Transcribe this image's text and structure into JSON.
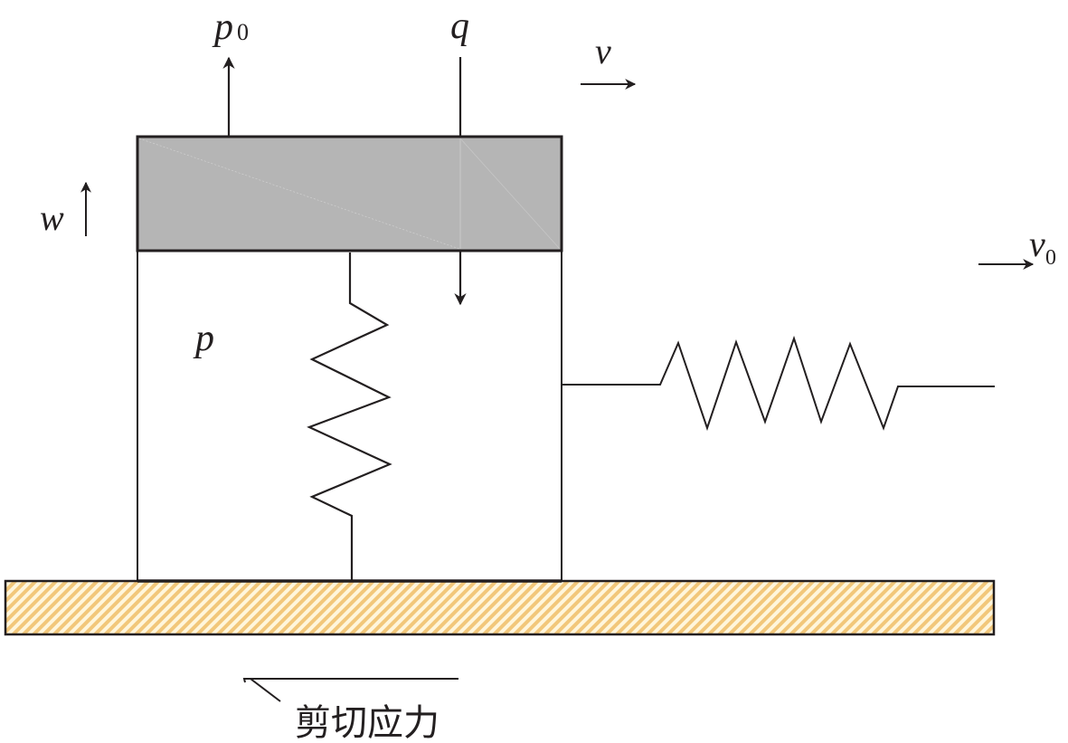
{
  "diagram": {
    "labels": {
      "p0": {
        "main": "p",
        "sub": "0"
      },
      "q": "q",
      "v": "v",
      "w": "w",
      "v0": {
        "main": "v",
        "sub": "0"
      },
      "p": "p",
      "shear_stress": "剪切应力"
    },
    "colors": {
      "stroke": "#231f20",
      "plate_fill": "#b5b5b5",
      "ground_stripe": "#f2c77a",
      "ground_bg": "#fff6dc"
    }
  }
}
